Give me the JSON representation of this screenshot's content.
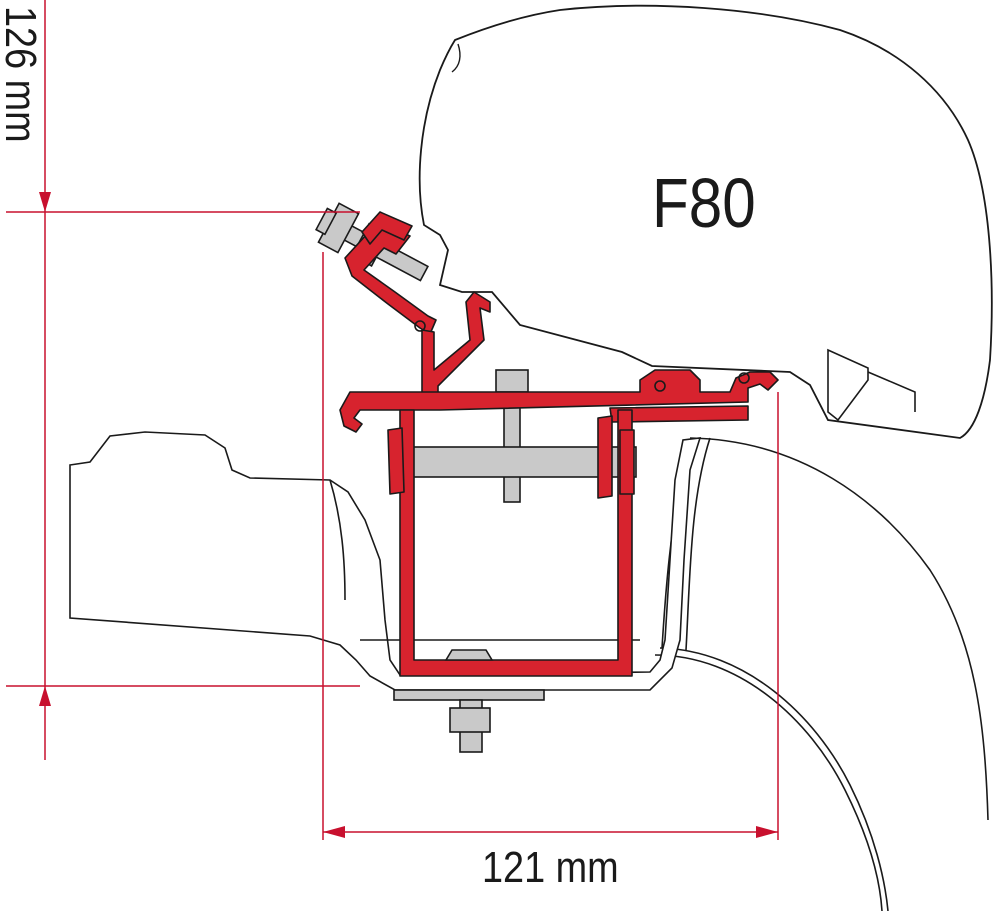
{
  "diagram": {
    "model_label": "F80",
    "dimension_height": "126 mm",
    "dimension_width": "121 mm",
    "colors": {
      "adapter_red": "#d7232e",
      "dimension_red": "#c8102e",
      "outline": "#1a1a1a",
      "awning_fill": "#ffffff",
      "bolt_gray": "#c9c9c9"
    },
    "parts": [
      "awning-housing",
      "adapter-bracket",
      "clamp-bolt",
      "crossbar",
      "bottom-plate",
      "roof-rail",
      "vehicle-roof"
    ]
  }
}
